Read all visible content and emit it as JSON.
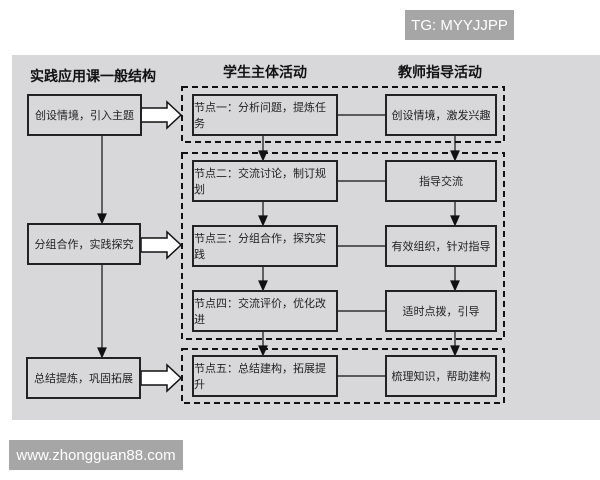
{
  "watermarks": {
    "top": "TG: MYYJJPP",
    "bottom": "www.zhongguan88.com"
  },
  "headers": {
    "structure": "实践应用课一般结构",
    "student": "学生主体活动",
    "teacher": "教师指导活动"
  },
  "structure_steps": [
    "创设情境，引入主题",
    "分组合作，实践探究",
    "总结提炼，巩固拓展"
  ],
  "student_nodes": [
    "节点一：分析问题，提炼任务",
    "节点二：交流讨论，制订规划",
    "节点三：分组合作，探究实践",
    "节点四：交流评价，优化改进",
    "节点五：总结建构，拓展提升"
  ],
  "teacher_nodes": [
    "创设情境，激发兴趣",
    "指导交流",
    "有效组织，针对指导",
    "适时点拨，引导",
    "梳理知识，帮助建构"
  ]
}
